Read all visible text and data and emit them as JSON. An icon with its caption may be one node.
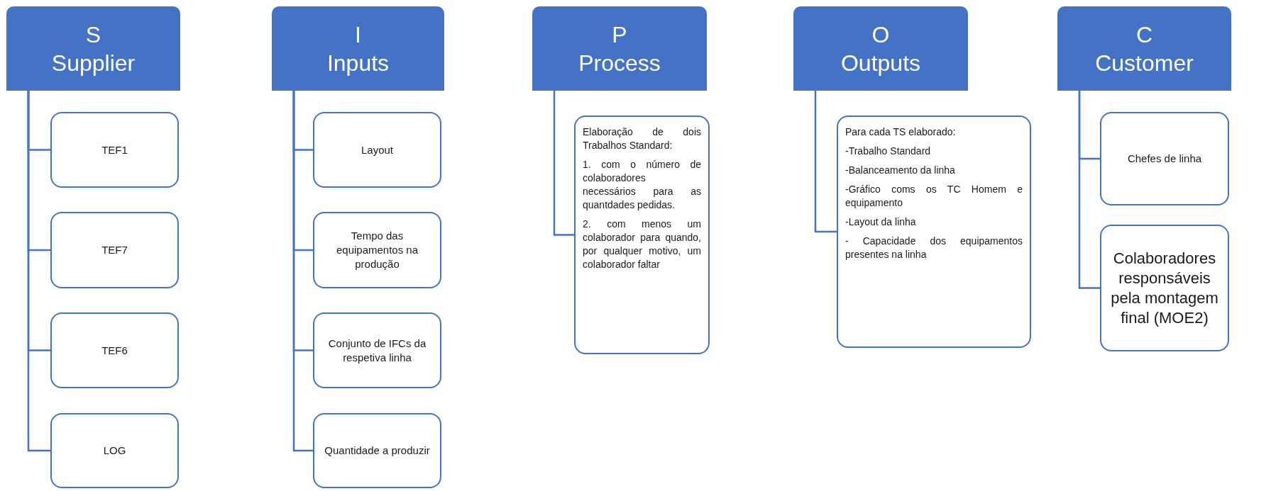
{
  "diagram": {
    "nodes": [
      {
        "text": [
          "S",
          "Supplier"
        ]
      },
      {
        "text": [
          "TEF1"
        ]
      },
      {
        "text": [
          "TEF7"
        ]
      },
      {
        "text": [
          "TEF6"
        ]
      },
      {
        "text": [
          "LOG"
        ]
      },
      {
        "text": [
          "I",
          "Inputs"
        ]
      },
      {
        "text": [
          "Layout"
        ]
      },
      {
        "text": [
          "Tempo das equipamentos na produção"
        ]
      },
      {
        "text": [
          "Conjunto de IFCs da respetiva linha"
        ]
      },
      {
        "text": [
          "Quantidade a produzir"
        ]
      },
      {
        "text": [
          "P",
          "Process"
        ]
      },
      {
        "text": [
          "Elaboração de dois Trabalhos Standard:",
          "1. com o número de colaboradores necessários para as quantdades pedidas.",
          "2. com menos um colaborador para quando, por qualquer motivo, um colaborador faltar"
        ]
      },
      {
        "text": [
          "O",
          "Outputs"
        ]
      },
      {
        "text": [
          "Para cada TS elaborado:",
          "-Trabalho Standard",
          "-Balanceamento da linha",
          "-Gráfico coms os TC Homem e equipamento",
          "-Layout da linha",
          "- Capacidade dos equipamentos presentes na linha"
        ]
      },
      {
        "text": [
          "C",
          "Customer"
        ]
      },
      {
        "text": [
          "Chefes de linha"
        ]
      },
      {
        "text": [
          "Colaboradores responsáveis pela montagem final (MOE2)"
        ]
      }
    ],
    "edges": [
      {
        "from": 0,
        "to": 1,
        "arrow": "none"
      },
      {
        "from": 0,
        "to": 2,
        "arrow": "none"
      },
      {
        "from": 0,
        "to": 3,
        "arrow": "none"
      },
      {
        "from": 0,
        "to": 4,
        "arrow": "none"
      },
      {
        "from": 5,
        "to": 6,
        "arrow": "none"
      },
      {
        "from": 5,
        "to": 7,
        "arrow": "none"
      },
      {
        "from": 5,
        "to": 8,
        "arrow": "none"
      },
      {
        "from": 5,
        "to": 9,
        "arrow": "none"
      },
      {
        "from": 10,
        "to": 11,
        "arrow": "none"
      },
      {
        "from": 12,
        "to": 13,
        "arrow": "none"
      },
      {
        "from": 14,
        "to": 15,
        "arrow": "none"
      },
      {
        "from": 14,
        "to": 16,
        "arrow": "none"
      }
    ]
  }
}
